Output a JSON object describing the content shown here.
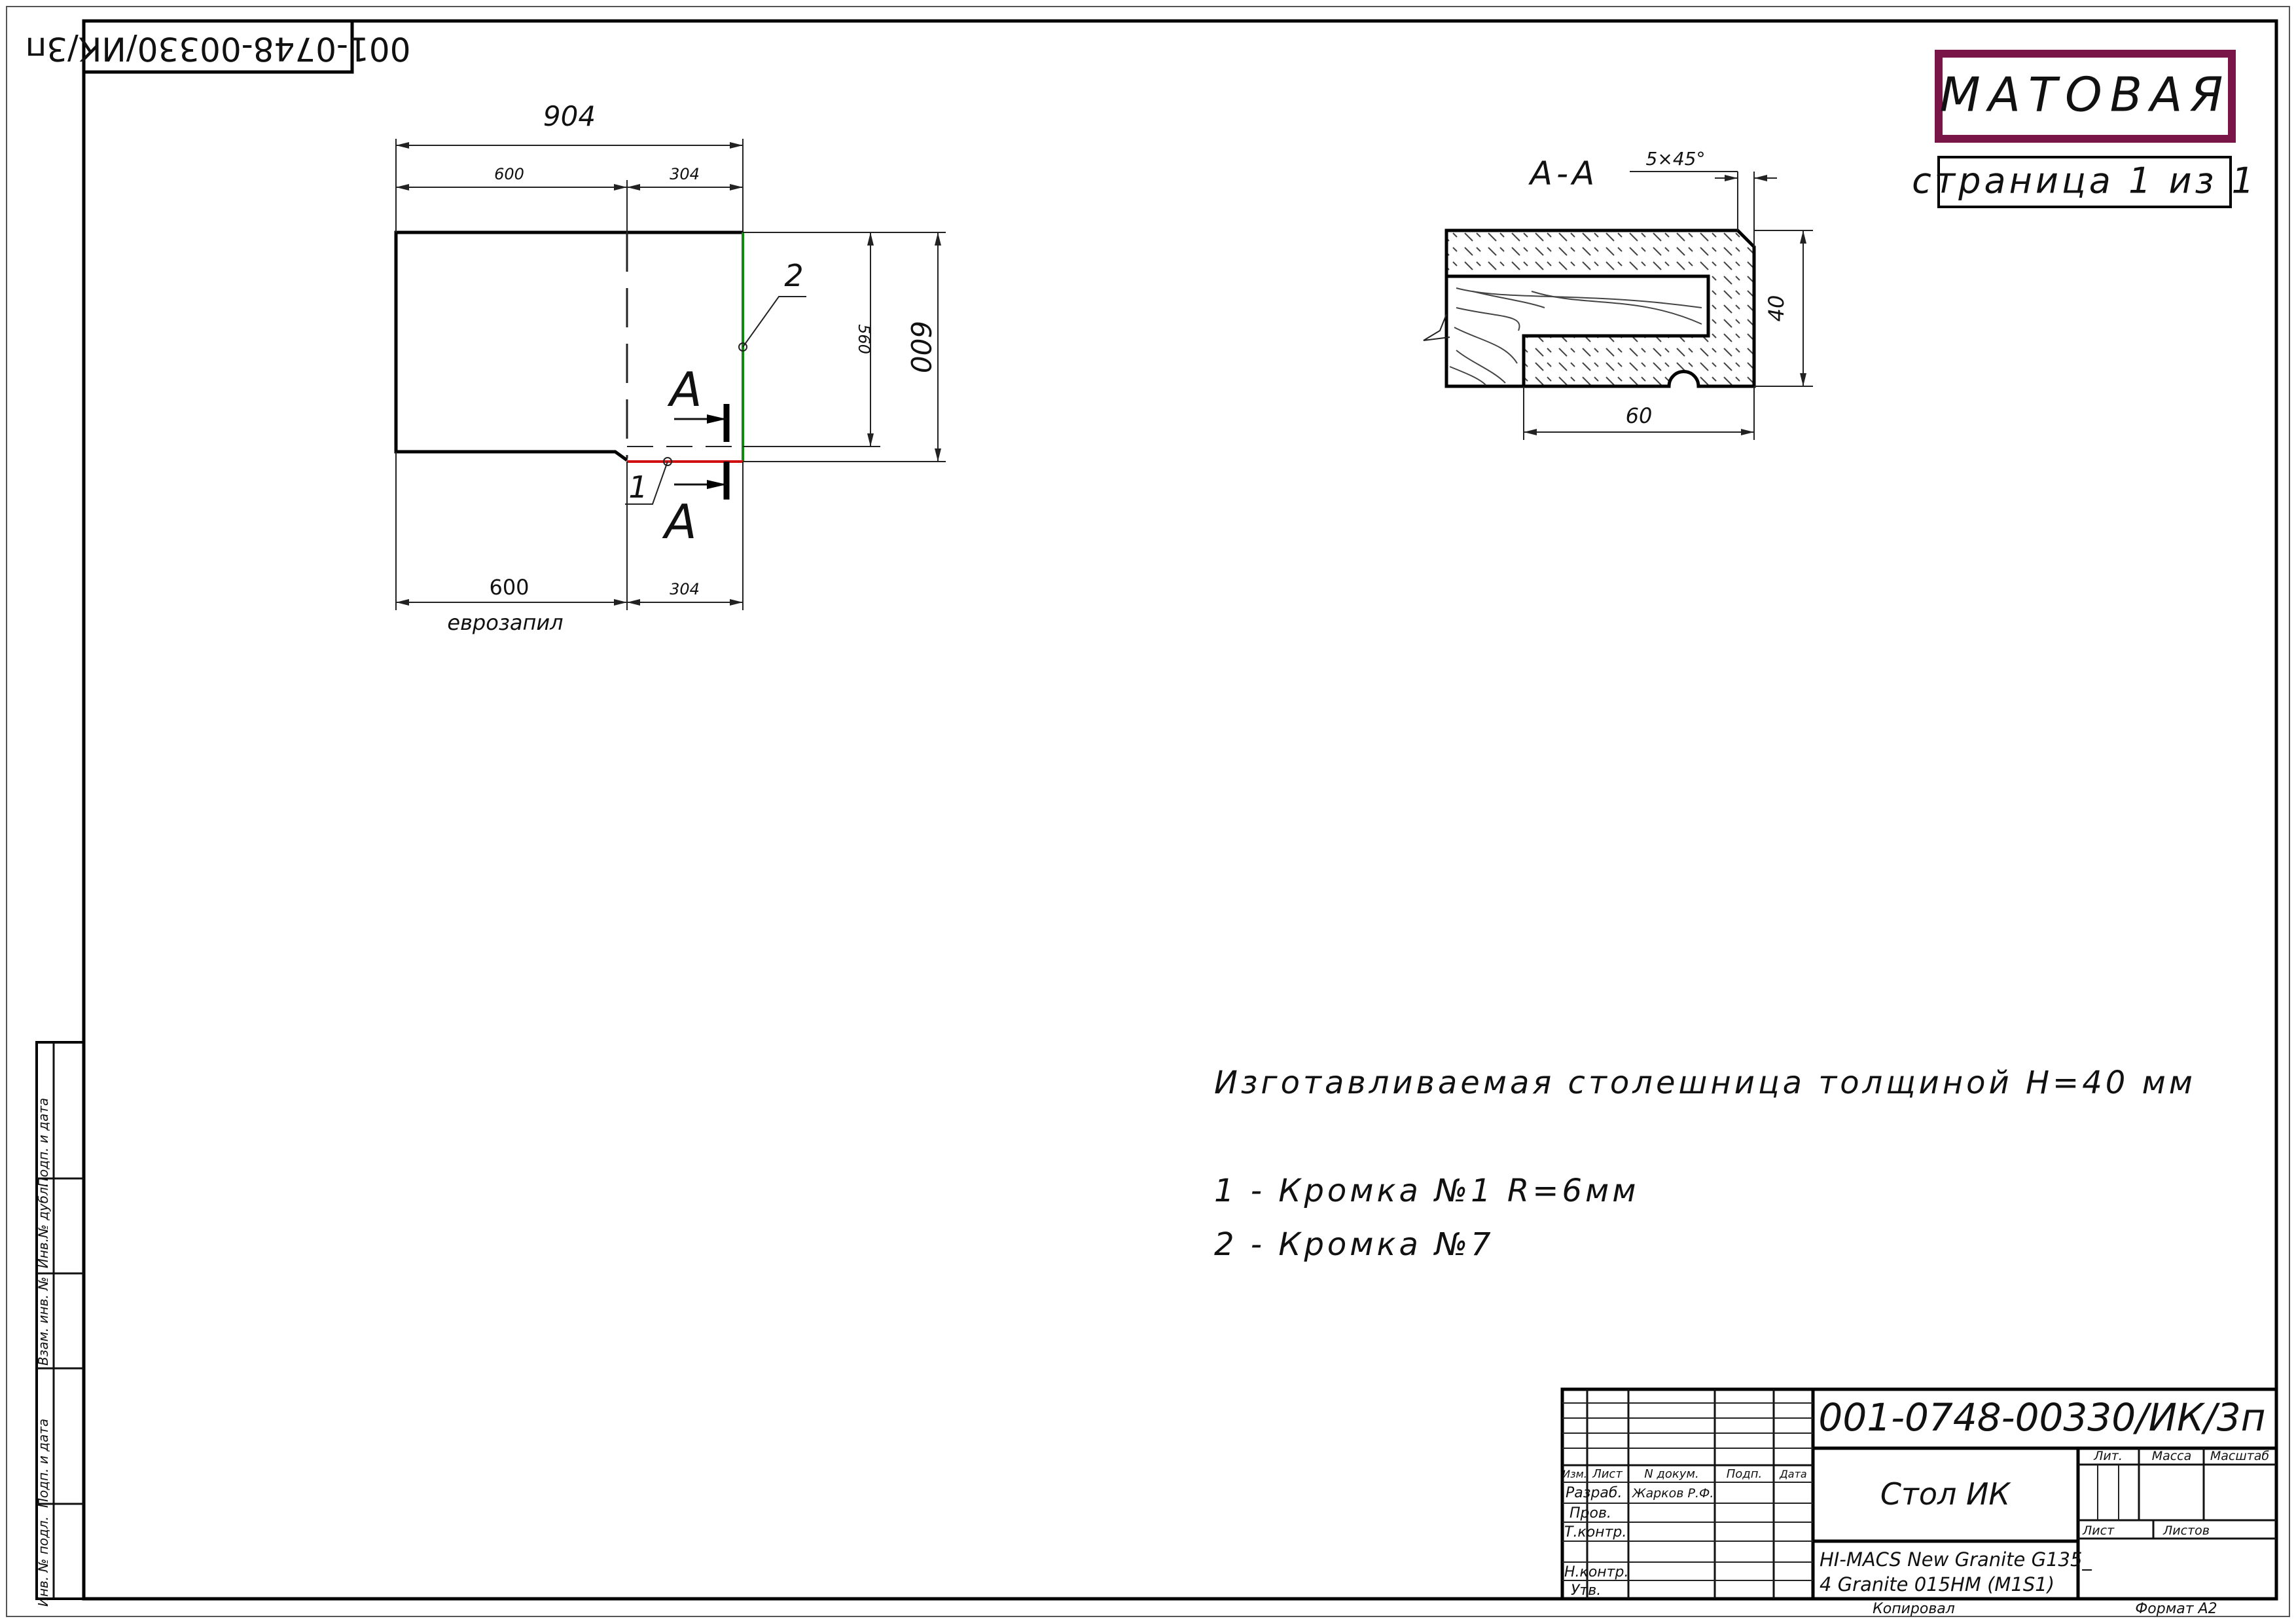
{
  "doc_code": "001-0748-00330/ИК/3п",
  "finish_label": "МАТОВАЯ",
  "page_label": "страница 1 из 1",
  "plan": {
    "dim_total": "904",
    "dim_top_left": "600",
    "dim_top_right": "304",
    "dim_inner_height": "560",
    "dim_height": "600",
    "dim_bottom_left": "600",
    "dim_bottom_right": "304",
    "cut_note": "еврозапил",
    "section_letter": "А",
    "callout_1": "1",
    "callout_2": "2"
  },
  "section": {
    "title": "А-А",
    "chamfer": "5×45°",
    "thickness": "40",
    "width": "60"
  },
  "notes": {
    "thickness_note": "Изготавливаемая столешница толщиной Н=40 мм",
    "edge_1": "1 - Кромка №1 R=6мм",
    "edge_2": "2 - Кромка №7"
  },
  "side_stamp": {
    "labels": [
      "Подп. и дата",
      "Инв.№ дубл.",
      "Взам. инв. №",
      "Подп. и дата",
      "Инв. № подл."
    ]
  },
  "title_block": {
    "col_izm": "Изм.",
    "col_list": "Лист",
    "col_ndoc": "N докум.",
    "col_podp": "Подп.",
    "col_date": "Дата",
    "row_razrab": "Разраб.",
    "razrab_name": "Жарков Р.Ф.",
    "row_prov": "Пров.",
    "row_tkontr": "Т.контр.",
    "row_nkontr": "Н.контр.",
    "row_utv": "Утв.",
    "product_name": "Стол ИК",
    "lit": "Лит.",
    "massa": "Масса",
    "masshtab": "Масштаб",
    "list": "Лист",
    "listov": "Листов",
    "material_line1": "HI-MACS New Granite G135_",
    "material_line2": "4 Granite 015HM (M1S1)",
    "copied": "Копировал",
    "format": "Формат А2"
  },
  "colors": {
    "finish_border": "#7a1548",
    "edge_1": "#d01010",
    "edge_2": "#108a10"
  }
}
